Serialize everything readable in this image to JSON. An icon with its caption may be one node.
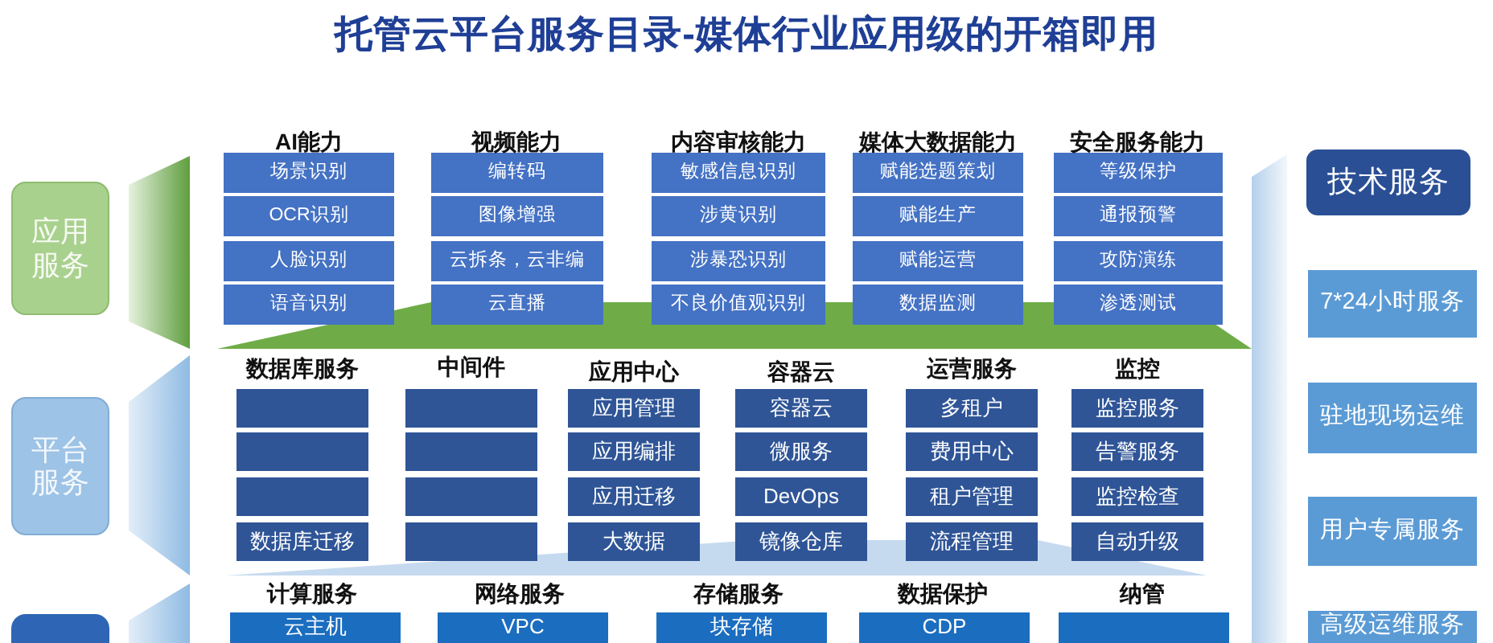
{
  "diagram": {
    "title": "托管云平台服务目录-媒体行业应用级的开箱即用",
    "nodes": [
      {
        "text": [
          "应用服务"
        ]
      },
      {
        "text": [
          "平台服务"
        ]
      },
      {
        "text": [],
        "shape": "box"
      },
      {
        "text": [],
        "shape": "trapezoid"
      },
      {
        "text": [],
        "shape": "trapezoid"
      },
      {
        "text": [],
        "shape": "trapezoid"
      },
      {
        "text": [
          "场景识别"
        ]
      },
      {
        "text": [
          "OCR识别"
        ]
      },
      {
        "text": [
          "人脸识别"
        ]
      },
      {
        "text": [
          "语音识别"
        ]
      },
      {
        "text": [
          "编转码"
        ]
      },
      {
        "text": [
          "图像增强"
        ]
      },
      {
        "text": [
          "云拆条，云非编"
        ]
      },
      {
        "text": [
          "云直播"
        ]
      },
      {
        "text": [
          "敏感信息识别"
        ]
      },
      {
        "text": [
          "涉黄识别"
        ]
      },
      {
        "text": [
          "涉暴恐识别"
        ]
      },
      {
        "text": [
          "不良价值观识别"
        ]
      },
      {
        "text": [
          "赋能选题策划"
        ]
      },
      {
        "text": [
          "赋能生产"
        ]
      },
      {
        "text": [
          "赋能运营"
        ]
      },
      {
        "text": [
          "数据监测"
        ]
      },
      {
        "text": [
          "等级保护"
        ]
      },
      {
        "text": [
          "通报预警"
        ]
      },
      {
        "text": [
          "攻防演练"
        ]
      },
      {
        "text": [
          "渗透测试"
        ]
      },
      {
        "text": [],
        "shape": "box"
      },
      {
        "text": [],
        "shape": "box"
      },
      {
        "text": [],
        "shape": "box"
      },
      {
        "text": [
          "数据库迁移"
        ]
      },
      {
        "text": [],
        "shape": "box"
      },
      {
        "text": [],
        "shape": "box"
      },
      {
        "text": [],
        "shape": "box"
      },
      {
        "text": [],
        "shape": "box"
      },
      {
        "text": [
          "应用管理"
        ]
      },
      {
        "text": [
          "应用编排"
        ]
      },
      {
        "text": [
          "应用迁移"
        ]
      },
      {
        "text": [
          "大数据"
        ]
      },
      {
        "text": [
          "容器云"
        ]
      },
      {
        "text": [
          "微服务"
        ]
      },
      {
        "text": [
          "DevOps"
        ]
      },
      {
        "text": [
          "镜像仓库"
        ]
      },
      {
        "text": [
          "多租户"
        ]
      },
      {
        "text": [
          "费用中心"
        ]
      },
      {
        "text": [
          "租户管理"
        ]
      },
      {
        "text": [
          "流程管理"
        ]
      },
      {
        "text": [
          "监控服务"
        ]
      },
      {
        "text": [
          "告警服务"
        ]
      },
      {
        "text": [
          "监控检查"
        ]
      },
      {
        "text": [
          "自动升级"
        ]
      },
      {
        "text": [
          "云主机"
        ]
      },
      {
        "text": [
          "VPC"
        ]
      },
      {
        "text": [
          "块存储"
        ]
      },
      {
        "text": [
          "CDP"
        ]
      },
      {
        "text": [],
        "shape": "box"
      },
      {
        "text": [],
        "shape": "band"
      },
      {
        "text": [
          "技术服务"
        ]
      },
      {
        "text": [
          "7*24小时服务"
        ]
      },
      {
        "text": [
          "驻地现场运维"
        ]
      },
      {
        "text": [
          "用户专属服务"
        ]
      },
      {
        "text": [
          "高级运维服务"
        ]
      }
    ],
    "labels": [
      "AI能力",
      "视频能力",
      "内容审核能力",
      "媒体大数据能力",
      "安全服务能力",
      "数据库服务",
      "中间件",
      "应用中心",
      "容器云",
      "运营服务",
      "监控",
      "计算服务",
      "网络服务",
      "存储服务",
      "数据保护",
      "纳管"
    ]
  }
}
